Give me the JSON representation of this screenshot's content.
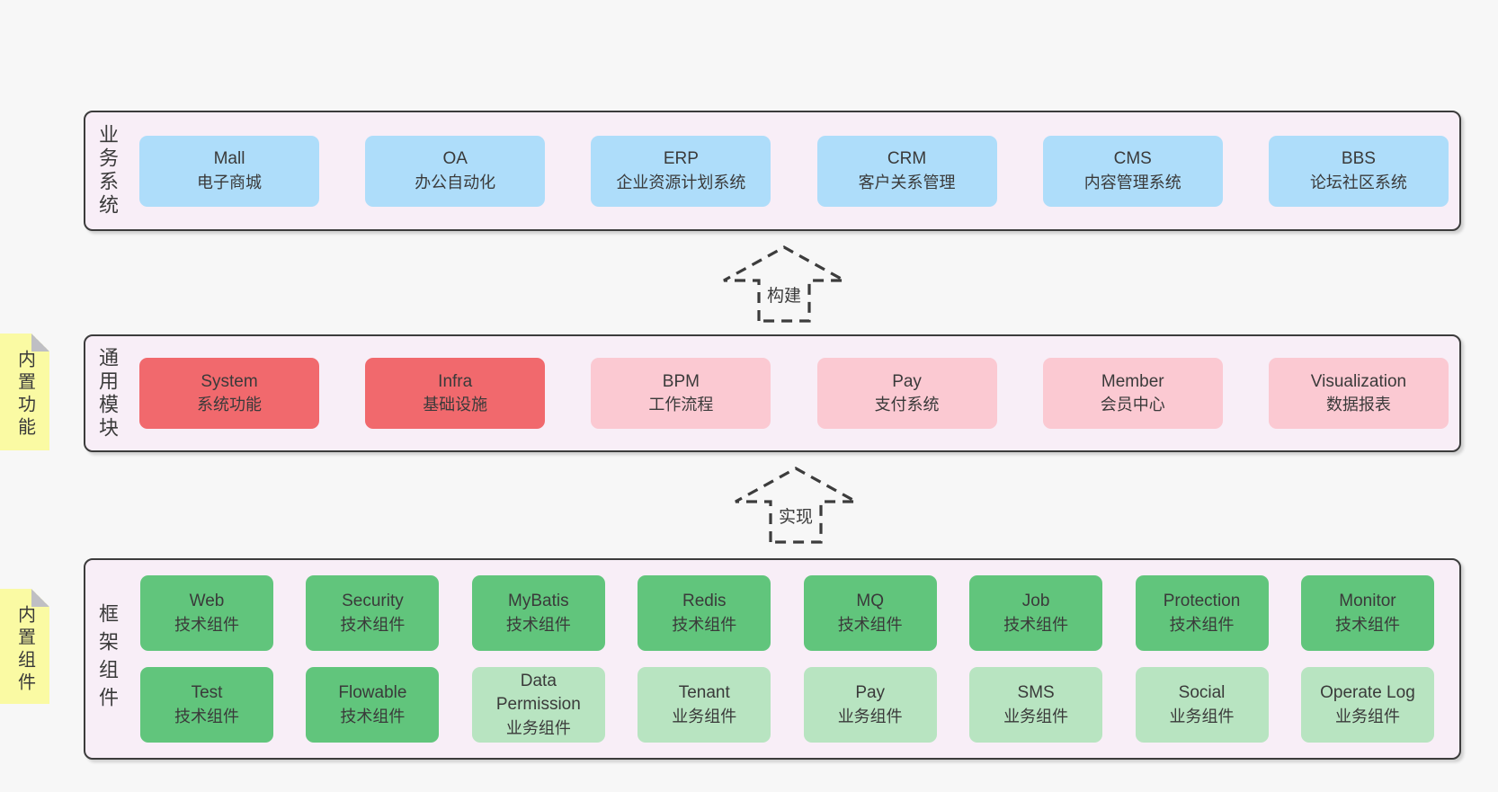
{
  "colors": {
    "page_bg": "#f7f7f7",
    "container_bg": "#f8eef7",
    "border": "#3c3c3c",
    "blue": "#aeddfa",
    "red": "#f1696d",
    "pink": "#fbc9d2",
    "green": "#61c57c",
    "light_green": "#b8e4c1",
    "note_yellow": "#fafaa3"
  },
  "sections": {
    "business": {
      "label": "业务系统",
      "boxes": [
        {
          "title": "Mall",
          "subtitle": "电子商城",
          "variant": "blue"
        },
        {
          "title": "OA",
          "subtitle": "办公自动化",
          "variant": "blue"
        },
        {
          "title": "ERP",
          "subtitle": "企业资源计划系统",
          "variant": "blue"
        },
        {
          "title": "CRM",
          "subtitle": "客户关系管理",
          "variant": "blue"
        },
        {
          "title": "CMS",
          "subtitle": "内容管理系统",
          "variant": "blue"
        },
        {
          "title": "BBS",
          "subtitle": "论坛社区系统",
          "variant": "blue"
        }
      ]
    },
    "modules": {
      "label": "通用模块",
      "note": "内置功能",
      "boxes": [
        {
          "title": "System",
          "subtitle": "系统功能",
          "variant": "red"
        },
        {
          "title": "Infra",
          "subtitle": "基础设施",
          "variant": "red"
        },
        {
          "title": "BPM",
          "subtitle": "工作流程",
          "variant": "pink"
        },
        {
          "title": "Pay",
          "subtitle": "支付系统",
          "variant": "pink"
        },
        {
          "title": "Member",
          "subtitle": "会员中心",
          "variant": "pink"
        },
        {
          "title": "Visualization",
          "subtitle": "数据报表",
          "variant": "pink"
        }
      ]
    },
    "framework": {
      "label": "框架组件",
      "note": "内置组件",
      "row1": [
        {
          "title": "Web",
          "subtitle": "技术组件",
          "variant": "green"
        },
        {
          "title": "Security",
          "subtitle": "技术组件",
          "variant": "green"
        },
        {
          "title": "MyBatis",
          "subtitle": "技术组件",
          "variant": "green"
        },
        {
          "title": "Redis",
          "subtitle": "技术组件",
          "variant": "green"
        },
        {
          "title": "MQ",
          "subtitle": "技术组件",
          "variant": "green"
        },
        {
          "title": "Job",
          "subtitle": "技术组件",
          "variant": "green"
        },
        {
          "title": "Protection",
          "subtitle": "技术组件",
          "variant": "green"
        },
        {
          "title": "Monitor",
          "subtitle": "技术组件",
          "variant": "green"
        }
      ],
      "row2": [
        {
          "title": "Test",
          "subtitle": "技术组件",
          "variant": "green"
        },
        {
          "title": "Flowable",
          "subtitle": "技术组件",
          "variant": "green"
        },
        {
          "title": "Data Permission",
          "subtitle": "业务组件",
          "variant": "light_green"
        },
        {
          "title": "Tenant",
          "subtitle": "业务组件",
          "variant": "light_green"
        },
        {
          "title": "Pay",
          "subtitle": "业务组件",
          "variant": "light_green"
        },
        {
          "title": "SMS",
          "subtitle": "业务组件",
          "variant": "light_green"
        },
        {
          "title": "Social",
          "subtitle": "业务组件",
          "variant": "light_green"
        },
        {
          "title": "Operate Log",
          "subtitle": "业务组件",
          "variant": "light_green"
        }
      ]
    }
  },
  "arrows": {
    "build": {
      "label": "构建"
    },
    "implement": {
      "label": "实现"
    }
  }
}
